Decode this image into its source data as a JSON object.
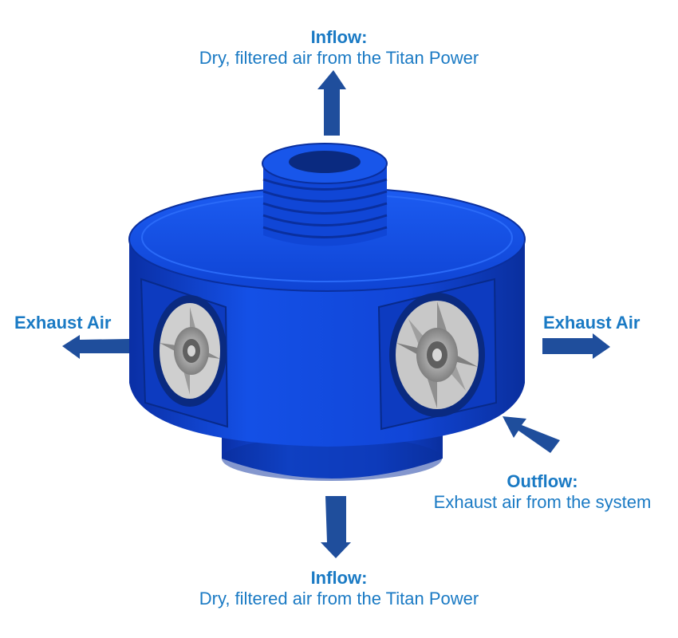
{
  "labels": {
    "inflow_top": {
      "heading": "Inflow:",
      "text": "Dry, filtered air from the Titan Power"
    },
    "inflow_bottom": {
      "heading": "Inflow:",
      "text": "Dry, filtered air from the Titan Power"
    },
    "exhaust_left": "Exhaust Air",
    "exhaust_right": "Exhaust Air",
    "outflow": {
      "heading": "Outflow:",
      "text": "Exhaust air from the system"
    }
  },
  "colors": {
    "label_text": "#1a7ac4",
    "arrow": "#1f4e9c",
    "body_blue": "#1146d8",
    "body_dark": "#0a2f9e",
    "fan_grey": "#a8a8a8"
  }
}
